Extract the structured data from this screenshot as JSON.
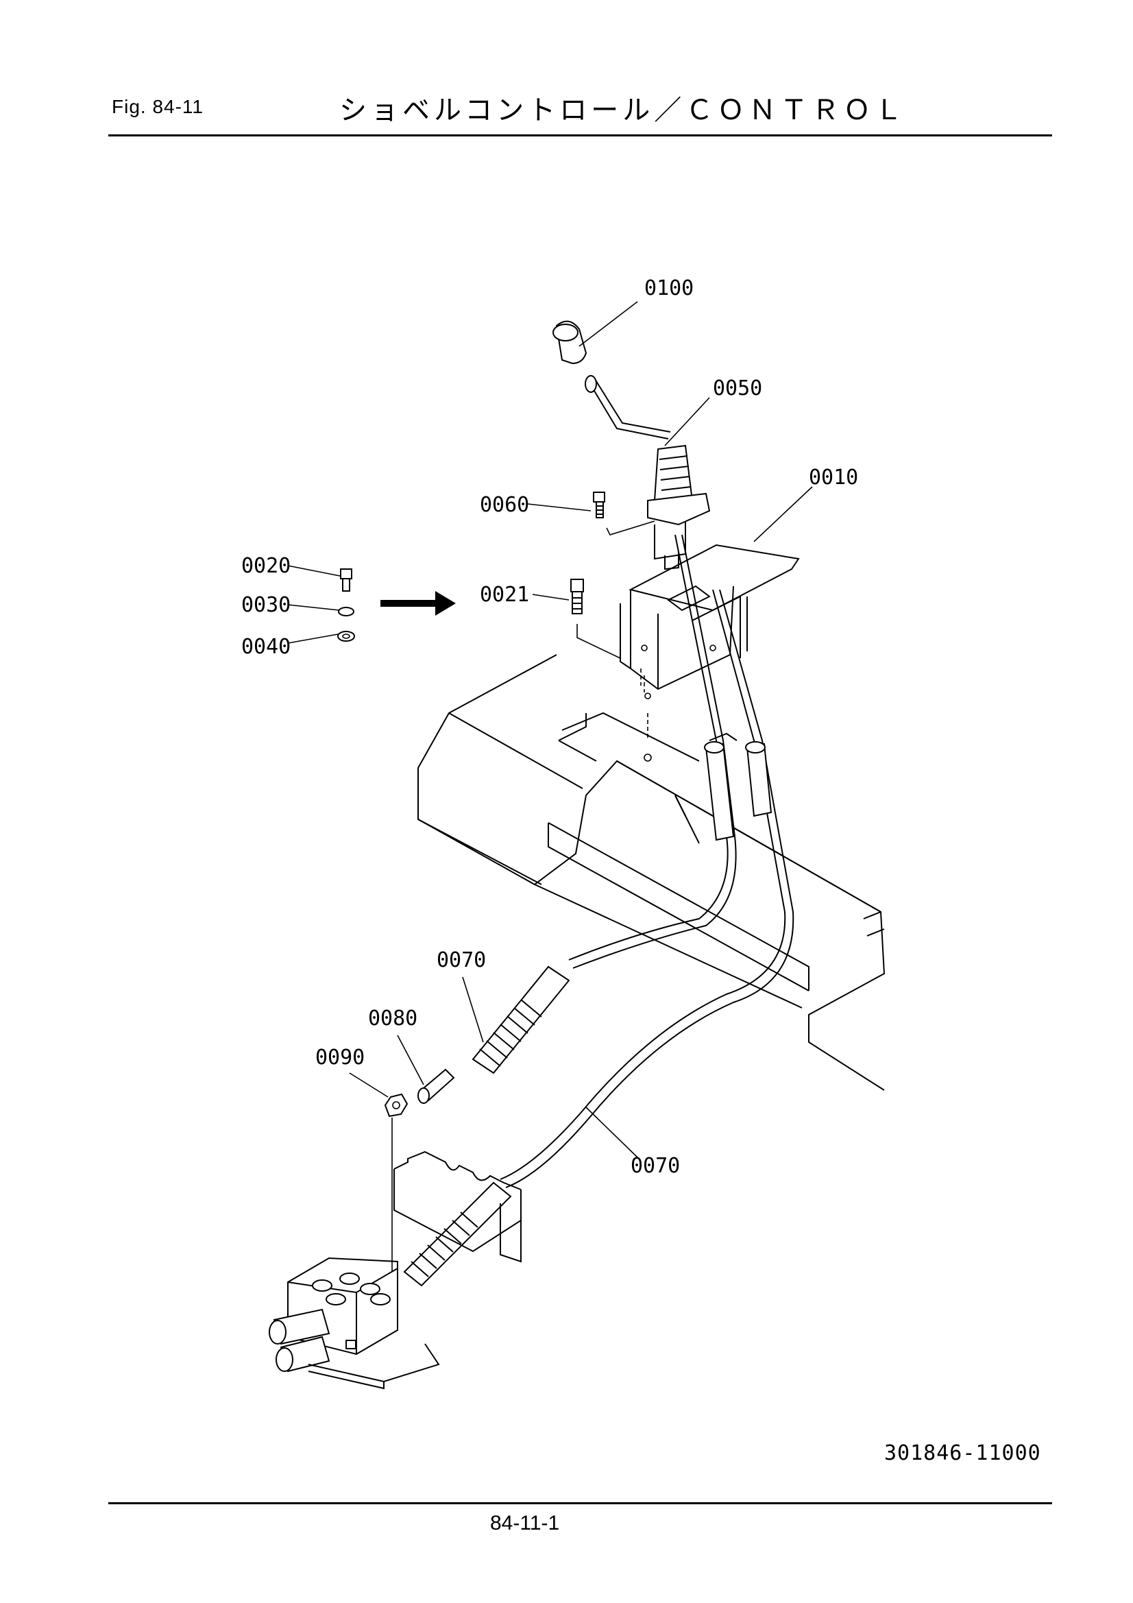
{
  "header": {
    "fig_label": "Fig.  84-11",
    "title": "ショベルコントロール／ＣＯＮＴＲＯＬ"
  },
  "callouts": {
    "c0100": "0100",
    "c0050": "0050",
    "c0010": "0010",
    "c0060": "0060",
    "c0020": "0020",
    "c0021": "0021",
    "c0030": "0030",
    "c0040": "0040",
    "c0070a": "0070",
    "c0080": "0080",
    "c0090": "0090",
    "c0070b": "0070"
  },
  "footer": {
    "drawing_id": "301846-11000",
    "page_number": "84-11-1"
  }
}
